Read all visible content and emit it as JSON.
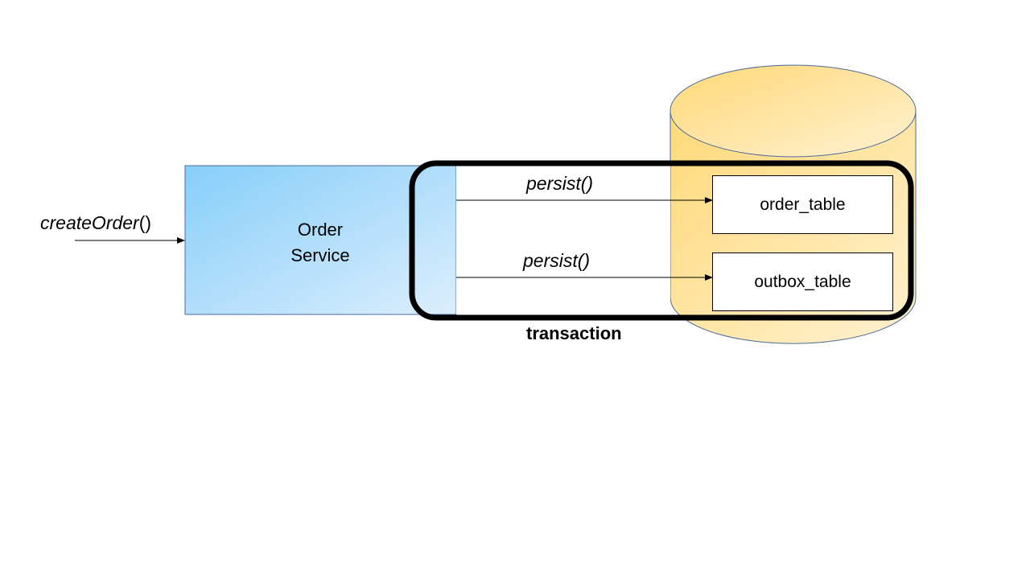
{
  "entry_call": {
    "name": "createOrder",
    "parens": "()"
  },
  "service": {
    "line1": "Order",
    "line2": "Service"
  },
  "calls": [
    {
      "label": "persist()"
    },
    {
      "label": "persist()"
    }
  ],
  "tables": [
    {
      "name": "order_table"
    },
    {
      "name": "outbox_table"
    }
  ],
  "transaction_label": "transaction",
  "colors": {
    "service_gradient_start": "#87CEFA",
    "service_gradient_end": "#DCEEFC",
    "db_gradient_start": "#FFD978",
    "db_gradient_end": "#FFF1D1",
    "db_outline": "#4A6A9B",
    "transaction_border": "#000000"
  }
}
